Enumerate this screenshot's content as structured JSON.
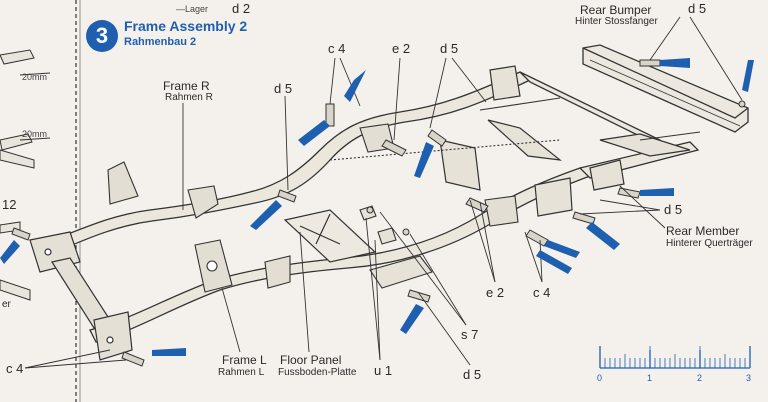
{
  "step": {
    "number": "3",
    "title": "Frame Assembly 2",
    "subtitle": "Rahmenbau 2"
  },
  "partial_top": {
    "lager": "—Lager",
    "d2": "d 2"
  },
  "parts": {
    "rear_bumper": {
      "en": "Rear Bumper",
      "de": "Hinter Stossfanger"
    },
    "frame_r": {
      "en": "Frame R",
      "de": "Rahmen R"
    },
    "frame_l": {
      "en": "Frame L",
      "de": "Rahmen L"
    },
    "floor_panel": {
      "en": "Floor Panel",
      "de": "Fussboden-Platte"
    },
    "rear_member": {
      "en": "Rear Member",
      "de": "Hinterer Querträger"
    }
  },
  "codes": {
    "c4_top": "c 4",
    "e2_top": "e 2",
    "d5_top": "d 5",
    "d5_bumper": "d 5",
    "d5_left": "d 5",
    "d5_rear": "d 5",
    "e2_bottom": "e 2",
    "c4_bottom": "c 4",
    "s7": "s 7",
    "u1": "u 1",
    "d5_bottom": "d 5",
    "c4_left": "c 4"
  },
  "left_panel": {
    "len1": "20mm",
    "len2": "20mm",
    "code_12": "12",
    "er": "er"
  },
  "scale": {
    "ticks": [
      "0",
      "1",
      "2",
      "3"
    ]
  },
  "colors": {
    "accent": "#1f5fb0",
    "ink": "#2a2a2a",
    "paper": "#f4f1ec"
  }
}
